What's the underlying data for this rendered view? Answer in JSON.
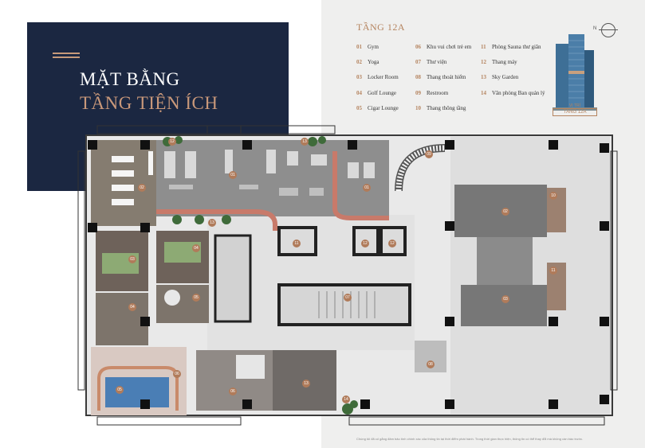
{
  "title": {
    "line1": "MẶT BẰNG",
    "line2": "TẦNG TIỆN ÍCH"
  },
  "floor": "TẦNG 12A",
  "legend": [
    {
      "num": "01",
      "label": "Gym"
    },
    {
      "num": "02",
      "label": "Yoga"
    },
    {
      "num": "03",
      "label": "Locker Room"
    },
    {
      "num": "04",
      "label": "Golf Lounge"
    },
    {
      "num": "05",
      "label": "Cigar Lounge"
    },
    {
      "num": "06",
      "label": "Khu vui chơi trẻ em"
    },
    {
      "num": "07",
      "label": "Thư viện"
    },
    {
      "num": "08",
      "label": "Thang thoát hiểm"
    },
    {
      "num": "09",
      "label": "Restroom"
    },
    {
      "num": "10",
      "label": "Thang thông tầng"
    },
    {
      "num": "11",
      "label": "Phòng Sauna thư giãn"
    },
    {
      "num": "12",
      "label": "Thang máy"
    },
    {
      "num": "13",
      "label": "Sky Garden"
    },
    {
      "num": "14",
      "label": "Văn phòng Ban quản lý"
    }
  ],
  "tower": {
    "label_small": "VỊ TRÍ",
    "label_floor": "TẦNG 12A"
  },
  "compass": "N",
  "plan_labels": [
    "01",
    "01",
    "02",
    "02",
    "03",
    "03",
    "04",
    "04",
    "05",
    "05",
    "06",
    "06",
    "07",
    "08",
    "09",
    "10",
    "11",
    "11",
    "12",
    "12",
    "12",
    "13",
    "13",
    "13",
    "14"
  ],
  "footnote": "Chúng tôi đã cố gắng đảm bảo tính chính xác của thông tin tại thời điểm phát hành. Trong thời gian thực hiện, thông tin có thể thay đổi mà không cần báo trước.",
  "colors": {
    "navy": "#1b2741",
    "bronze": "#b5845f",
    "panel": "#efefee"
  }
}
